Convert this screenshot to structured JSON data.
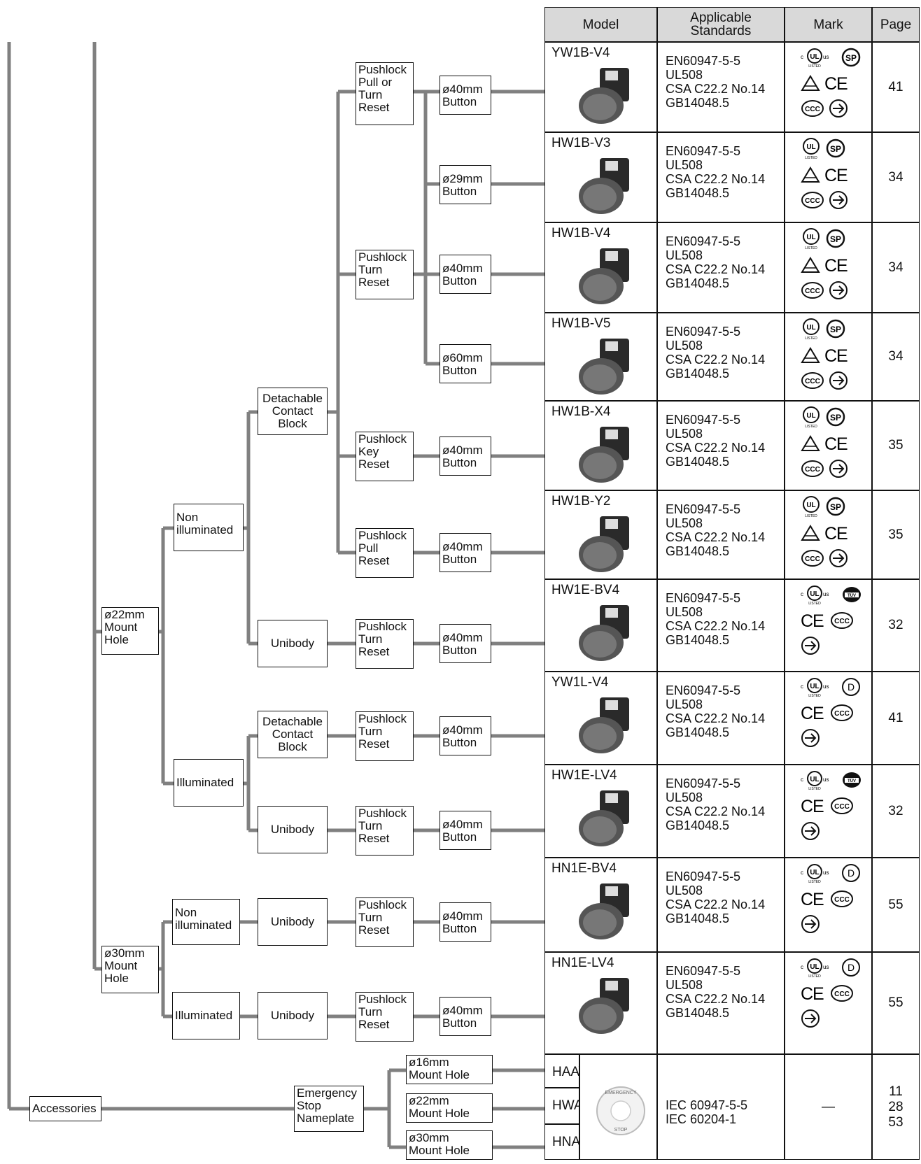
{
  "header": {
    "model": "Model",
    "standards": "Applicable\nStandards",
    "mark": "Mark",
    "page": "Page"
  },
  "tree": {
    "mount22": "ø22mm\nMount\nHole",
    "mount30": "ø30mm\nMount\nHole",
    "non_illuminated": "Non\nilluminated",
    "illuminated": "Illuminated",
    "detachable": "Detachable\nContact\nBlock",
    "unibody": "Unibody",
    "pull_turn_reset": "Pushlock\nPull or\nTurn\nReset",
    "turn_reset": "Pushlock\nTurn\nReset",
    "key_reset": "Pushlock\nKey\nReset",
    "pull_reset": "Pushlock\nPull\nReset",
    "btn40": "ø40mm\nButton",
    "btn29": "ø29mm\nButton",
    "btn60": "ø60mm\nButton",
    "accessories": "Accessories",
    "nameplate": "Emergency\nStop\nNameplate",
    "hole16": "ø16mm\nMount Hole",
    "hole22": "ø22mm\nMount Hole",
    "hole30": "ø30mm\nMount Hole"
  },
  "rows": [
    {
      "model": "YW1B-V4",
      "standards": "EN60947-5-5\nUL508\nCSA C22.2 No.14\nGB14048.5",
      "page": "41",
      "marks": [
        "c-ul-us-listed-icon",
        "csa-icon",
        "delta-icon",
        "ce-icon",
        "ccc-icon",
        "arrow-circle-icon"
      ]
    },
    {
      "model": "HW1B-V3",
      "standards": "EN60947-5-5\nUL508\nCSA C22.2 No.14\nGB14048.5",
      "page": "34",
      "marks": [
        "ul-listed-icon",
        "csa-icon",
        "delta-icon",
        "ce-icon",
        "ccc-icon",
        "arrow-circle-icon"
      ]
    },
    {
      "model": "HW1B-V4",
      "standards": "EN60947-5-5\nUL508\nCSA C22.2 No.14\nGB14048.5",
      "page": "34",
      "marks": [
        "ul-listed-icon",
        "csa-icon",
        "delta-icon",
        "ce-icon",
        "ccc-icon",
        "arrow-circle-icon"
      ]
    },
    {
      "model": "HW1B-V5",
      "standards": "EN60947-5-5\nUL508\nCSA C22.2 No.14\nGB14048.5",
      "page": "34",
      "marks": [
        "ul-listed-icon",
        "csa-icon",
        "delta-icon",
        "ce-icon",
        "ccc-icon",
        "arrow-circle-icon"
      ]
    },
    {
      "model": "HW1B-X4",
      "standards": "EN60947-5-5\nUL508\nCSA C22.2 No.14\nGB14048.5",
      "page": "35",
      "marks": [
        "ul-listed-icon",
        "csa-icon",
        "delta-icon",
        "ce-icon",
        "ccc-icon",
        "arrow-circle-icon"
      ]
    },
    {
      "model": "HW1B-Y2",
      "standards": "EN60947-5-5\nUL508\nCSA C22.2 No.14\nGB14048.5",
      "page": "35",
      "marks": [
        "ul-listed-icon",
        "csa-icon",
        "delta-icon",
        "ce-icon",
        "ccc-icon",
        "arrow-circle-icon"
      ]
    },
    {
      "model": "HW1E-BV4",
      "standards": "EN60947-5-5\nUL508\nCSA C22.2 No.14\nGB14048.5",
      "page": "32",
      "marks": [
        "c-ul-us-listed-icon",
        "tuv-icon",
        "ce-icon",
        "ccc-icon",
        "arrow-circle-icon"
      ]
    },
    {
      "model": "YW1L-V4",
      "standards": "EN60947-5-5\nUL508\nCSA C22.2 No.14\nGB14048.5",
      "page": "41",
      "marks": [
        "c-ul-us-listed-icon",
        "d-icon",
        "ce-icon",
        "ccc-icon",
        "arrow-circle-icon"
      ]
    },
    {
      "model": "HW1E-LV4",
      "standards": "EN60947-5-5\nUL508\nCSA C22.2 No.14\nGB14048.5",
      "page": "32",
      "marks": [
        "c-ul-us-listed-icon",
        "tuv-icon",
        "ce-icon",
        "ccc-icon",
        "arrow-circle-icon"
      ]
    },
    {
      "model": "HN1E-BV4",
      "standards": "EN60947-5-5\nUL508\nCSA C22.2 No.14\nGB14048.5",
      "page": "55",
      "marks": [
        "c-ul-us-listed-icon",
        "d-icon",
        "ce-icon",
        "ccc-icon",
        "arrow-circle-icon"
      ]
    },
    {
      "model": "HN1E-LV4",
      "standards": "EN60947-5-5\nUL508\nCSA C22.2 No.14\nGB14048.5",
      "page": "55",
      "marks": [
        "c-ul-us-listed-icon",
        "d-icon",
        "ce-icon",
        "ccc-icon",
        "arrow-circle-icon"
      ]
    }
  ],
  "accessory_row": {
    "models": [
      "HAAV",
      "HWAV",
      "HNAV"
    ],
    "standards": "IEC 60947-5-5\nIEC 60204-1",
    "mark": "—",
    "page": "11\n28\n53",
    "plate_text_top": "EMERGENCY",
    "plate_text_bottom": "STOP"
  },
  "colors": {
    "connector": "#808080",
    "header_bg": "#d9d9d9"
  }
}
